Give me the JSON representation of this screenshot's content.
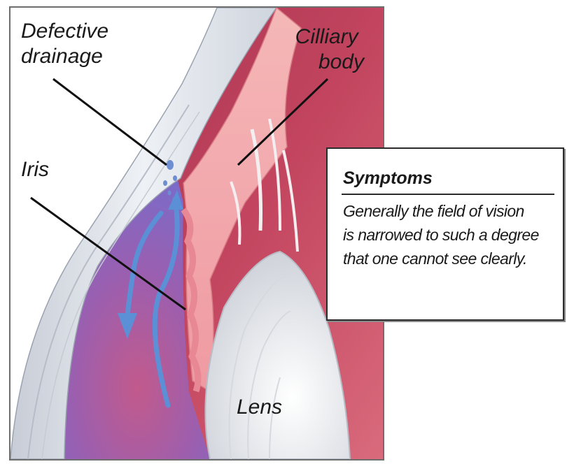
{
  "labels": {
    "defective_drainage": [
      "Defective",
      "drainage"
    ],
    "cilliary_body": [
      "Cilliary",
      "body"
    ],
    "iris": "Iris",
    "lens": "Lens"
  },
  "symptoms": {
    "title": "Symptoms",
    "lines": [
      "Generally the field of vision",
      "is narrowed to such a degree",
      "that one cannot see clearly."
    ]
  },
  "colors": {
    "ciliary_pink": "#f2a6aa",
    "tissue_red": "#c0415e",
    "chamber_purple": "#8a63b8",
    "cornea_gray": "#d9dee6",
    "flow_blue": "#5b8fd6",
    "lens_white": "#eef0f3"
  }
}
